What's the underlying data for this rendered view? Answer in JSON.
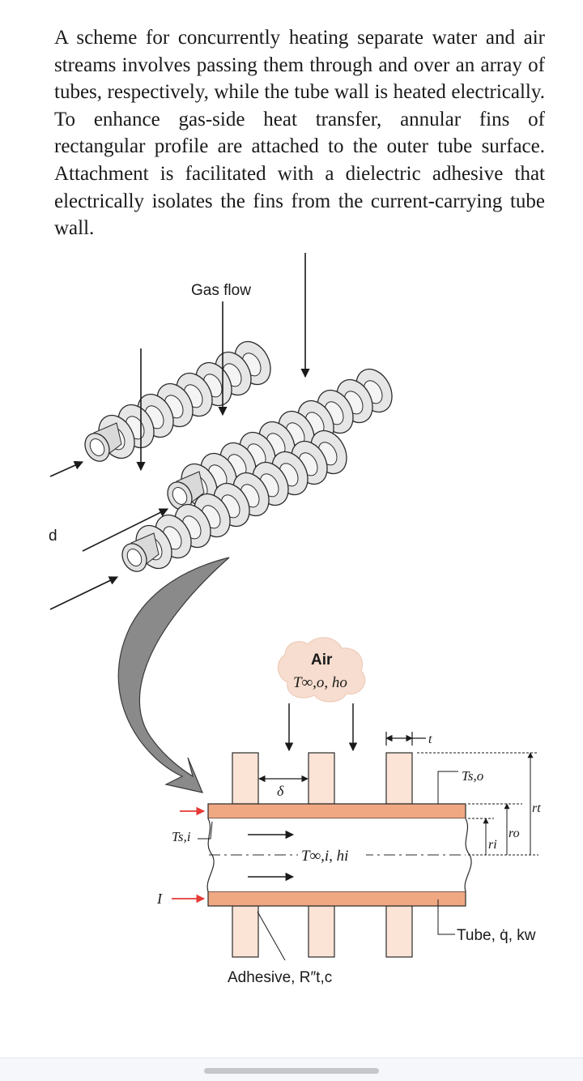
{
  "problem": {
    "text": "A scheme for concurrently heating separate water and air streams involves passing them through and over an array of tubes, respectively, while the tube wall is heated electrically. To enhance gas-side heat transfer, annular fins of rectangular profile are attached to the outer tube surface. Attachment is facilitated with a dielectric adhesive that electrically isolates the fins from the current-carrying tube wall."
  },
  "figure": {
    "gas_flow_label": "Gas flow",
    "cut_label": "d",
    "air_title": "Air",
    "air_sub": "T∞,o, ho",
    "delta_label": "δ",
    "t_label": "t",
    "ts_o_label": "Ts,o",
    "rt_label": "rt",
    "ro_label": "ro",
    "ri_label": "ri",
    "ts_i_label": "Ts,i",
    "current_label": "I",
    "inner_flow_label": "T∞,i, hi",
    "tube_label": "Tube, q̇, kw",
    "adhesive_label": "Adhesive, R″t,c"
  },
  "colors": {
    "tube_wall": "#f0a883",
    "fin": "#fbe3d5",
    "air_blob": "#f7ddcf",
    "big_arrow": "#8a8a8a",
    "current_arrow": "#e53935",
    "coil_fill": "#dcdcdc"
  }
}
